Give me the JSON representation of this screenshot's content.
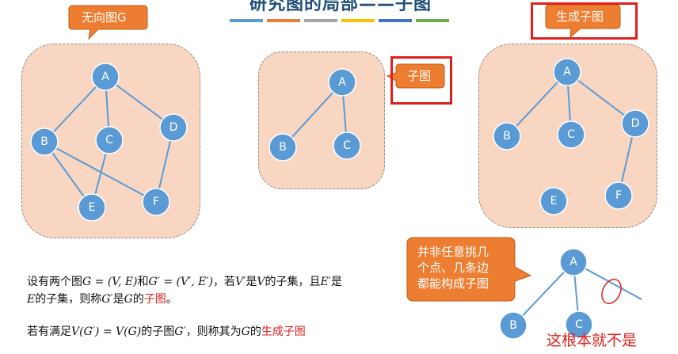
{
  "title": "研究图的局部——子图",
  "title_bar_colors": [
    "#5b9bd5",
    "#ed7d31",
    "#a5a5a5",
    "#ffc000",
    "#4472c4",
    "#70ad47"
  ],
  "colors": {
    "node": "#5b9bd5",
    "edge": "#5b9bd5",
    "panel_fill": "#f8d6c2",
    "callout": "#ed7d31",
    "highlight": "#e0201c"
  },
  "callouts": {
    "graph_g": "无向图G",
    "subgraph": "子图",
    "spanning": "生成子图",
    "not_any": [
      "并非任意挑几",
      "个点、几条边",
      "都能构成子图"
    ]
  },
  "graphs": {
    "g": {
      "nodes": [
        "A",
        "B",
        "C",
        "D",
        "E",
        "F"
      ],
      "edges": [
        [
          "A",
          "B"
        ],
        [
          "A",
          "C"
        ],
        [
          "A",
          "D"
        ],
        [
          "B",
          "E"
        ],
        [
          "B",
          "F"
        ],
        [
          "C",
          "E"
        ],
        [
          "D",
          "F"
        ]
      ]
    },
    "sub": {
      "nodes": [
        "A",
        "B",
        "C"
      ],
      "edges": [
        [
          "A",
          "B"
        ],
        [
          "A",
          "C"
        ]
      ]
    },
    "spanning": {
      "nodes": [
        "A",
        "B",
        "C",
        "D",
        "E",
        "F"
      ],
      "edges": [
        [
          "A",
          "B"
        ],
        [
          "A",
          "C"
        ],
        [
          "A",
          "D"
        ],
        [
          "D",
          "F"
        ]
      ]
    },
    "bad": {
      "nodes": [
        "A",
        "B",
        "C"
      ],
      "edges": [
        [
          "A",
          "B"
        ],
        [
          "A",
          "C"
        ],
        [
          "A",
          "?"
        ]
      ]
    }
  },
  "text": {
    "line1_a": "设有两个图",
    "line1_g": "G = (V, E)",
    "line1_and": "和",
    "line1_gp": "G′ = (V′, E′)",
    "line1_b": "，若",
    "line1_vp": "V′",
    "line1_c": "是",
    "line1_v": "V",
    "line1_d": "的子集，且",
    "line1_ep": "E′",
    "line1_e": "是",
    "line2_e": "E",
    "line2_a": "的子集，则称",
    "line2_gp": "G′",
    "line2_b": "是",
    "line2_g": "G",
    "line2_c": "的",
    "line2_hl": "子图",
    "line2_d": "。",
    "line3_a": "若有满足",
    "line3_eq": "V(G′) = V(G)",
    "line3_b": "的子图",
    "line3_gp": "G′",
    "line3_c": "，则称其为",
    "line3_g": "G",
    "line3_d": "的",
    "line3_hl": "生成子图"
  },
  "note": "这根本就不是"
}
